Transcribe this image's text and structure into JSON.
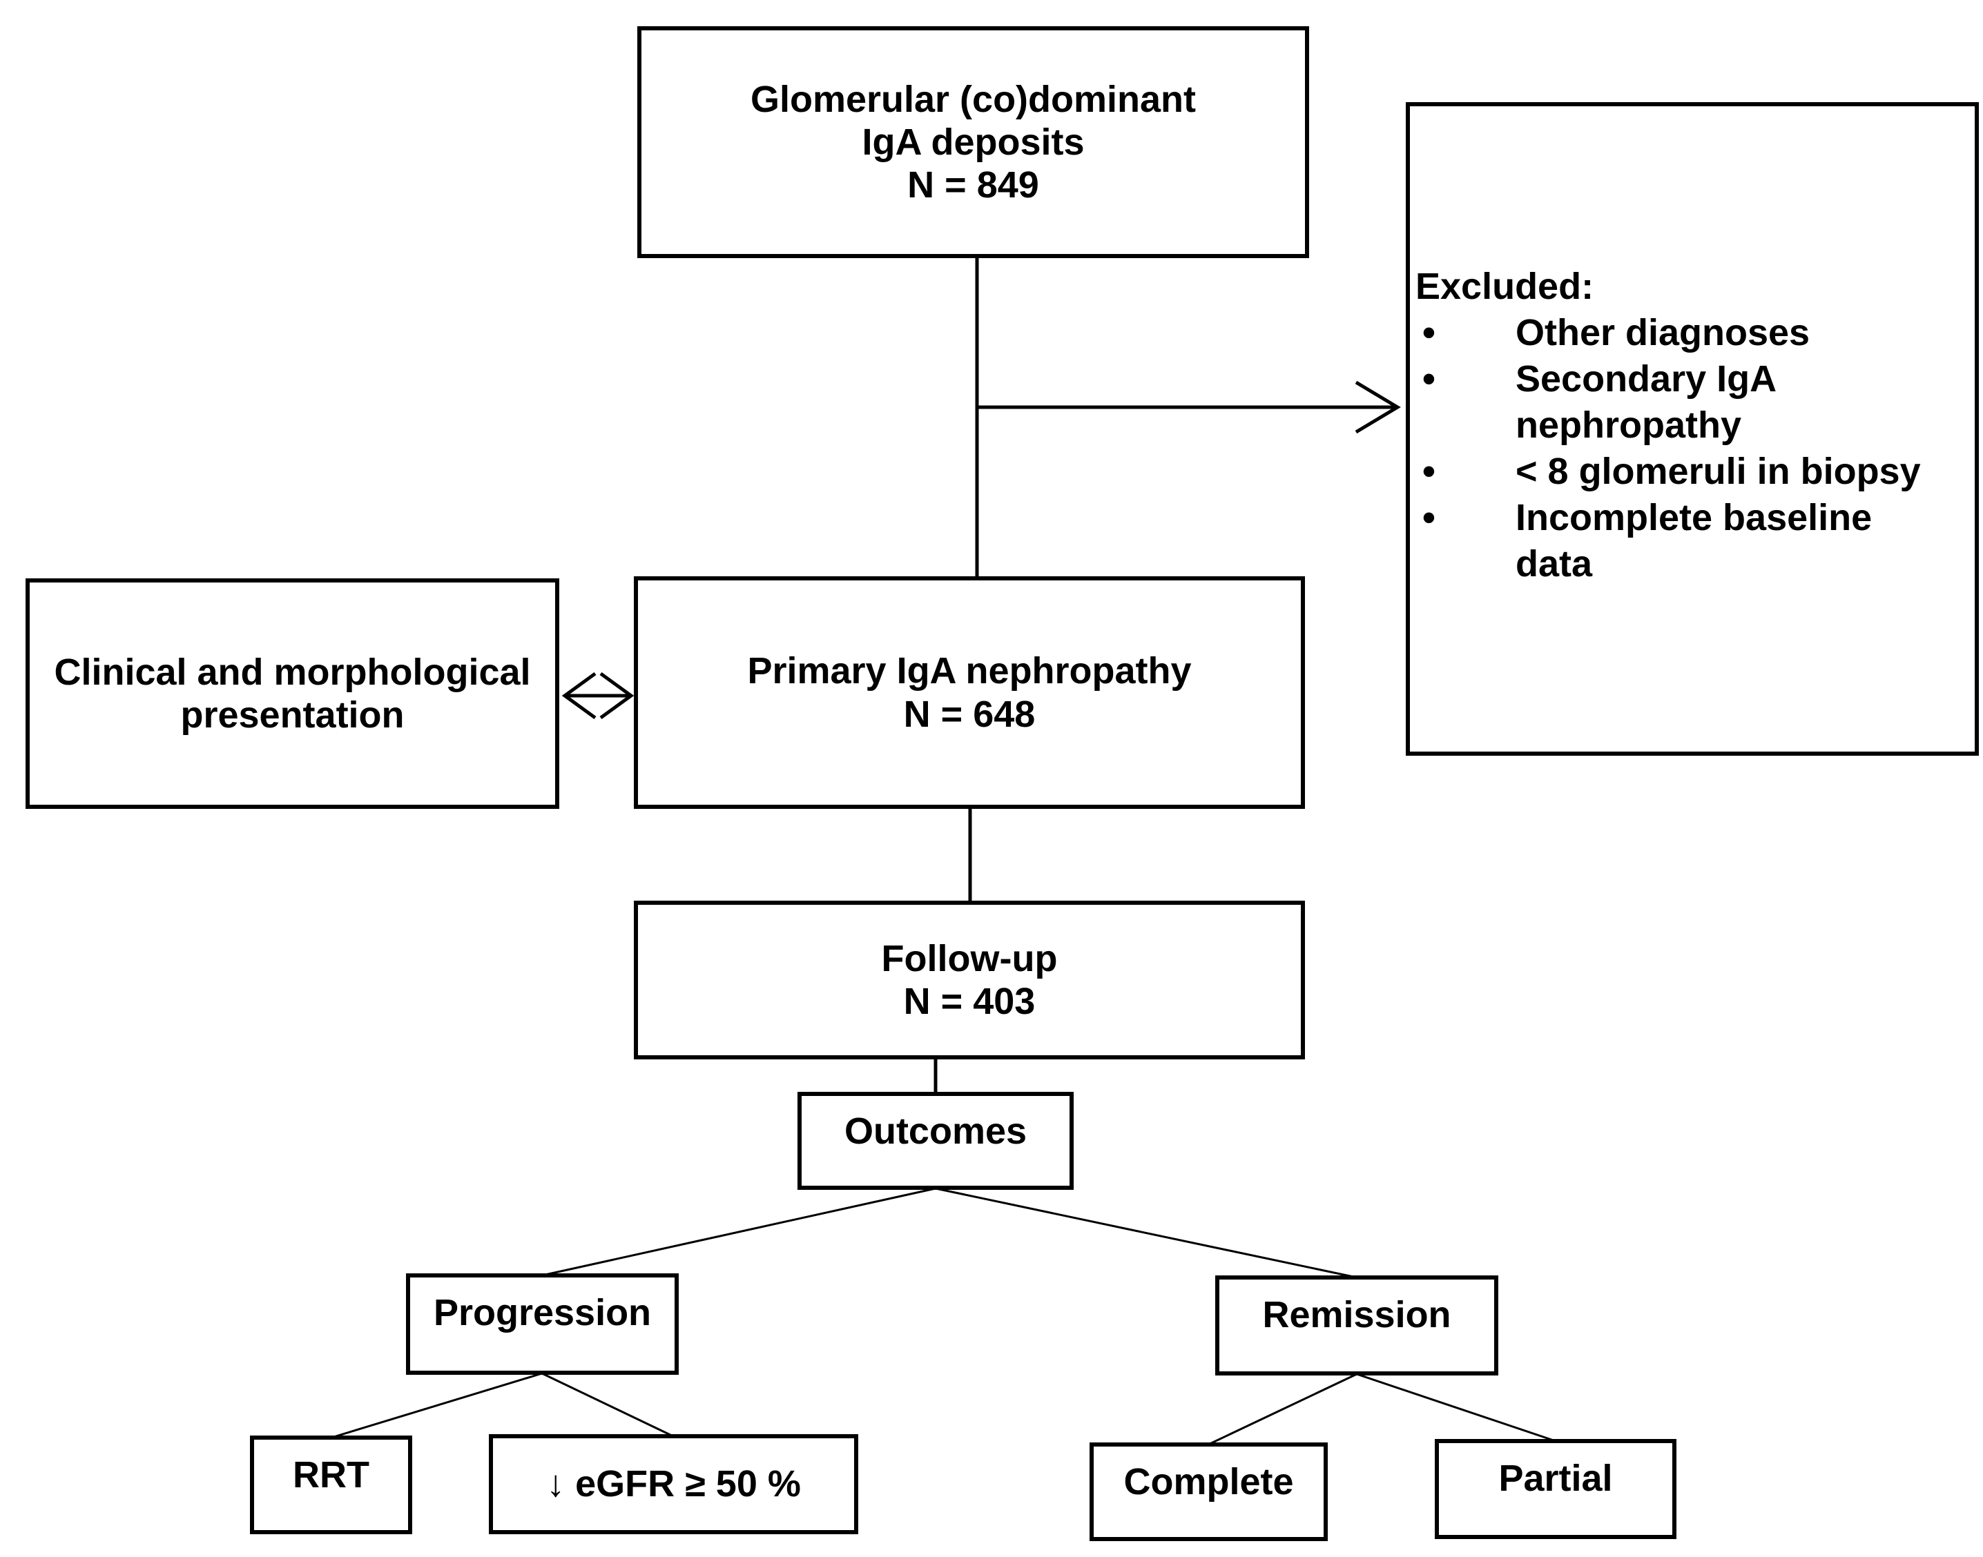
{
  "figure": {
    "kind": "study-flowchart",
    "background_color": "#ffffff",
    "line_color": "#000000",
    "box_fill": "#ffffff",
    "box_border_color": "#000000",
    "text_color": "#000000"
  },
  "nodes": {
    "glomerular": {
      "lines": [
        "Glomerular (co)dominant",
        "IgA deposits",
        "N = 849"
      ],
      "n": 849
    },
    "excluded": {
      "heading": "Excluded:",
      "bullet": "•",
      "items": [
        "Other diagnoses",
        "Secondary IgA nephropathy",
        "< 8 glomeruli in biopsy",
        "Incomplete baseline data"
      ]
    },
    "clinical": {
      "lines": [
        "Clinical and morphological",
        "presentation"
      ]
    },
    "primary": {
      "lines": [
        "Primary IgA nephropathy",
        "N = 648"
      ],
      "n": 648
    },
    "followup": {
      "lines": [
        "Follow-up",
        "N = 403"
      ],
      "n": 403
    },
    "outcomes": {
      "label": "Outcomes"
    },
    "progression": {
      "label": "Progression"
    },
    "remission": {
      "label": "Remission"
    },
    "rrt": {
      "label": "RRT"
    },
    "egfr": {
      "label": "↓ eGFR ≥ 50 %"
    },
    "complete": {
      "label": "Complete"
    },
    "partial": {
      "label": "Partial"
    }
  },
  "edges": [
    {
      "from": "glomerular",
      "to": "primary",
      "style": "line"
    },
    {
      "from": "glomerular",
      "to": "excluded",
      "style": "arrow"
    },
    {
      "from": "clinical",
      "to": "primary",
      "style": "double-arrow"
    },
    {
      "from": "primary",
      "to": "followup",
      "style": "line"
    },
    {
      "from": "followup",
      "to": "outcomes",
      "style": "line"
    },
    {
      "from": "outcomes",
      "to": "progression",
      "style": "line"
    },
    {
      "from": "outcomes",
      "to": "remission",
      "style": "line"
    },
    {
      "from": "progression",
      "to": "rrt",
      "style": "line"
    },
    {
      "from": "progression",
      "to": "egfr",
      "style": "line"
    },
    {
      "from": "remission",
      "to": "complete",
      "style": "line"
    },
    {
      "from": "remission",
      "to": "partial",
      "style": "line"
    }
  ]
}
